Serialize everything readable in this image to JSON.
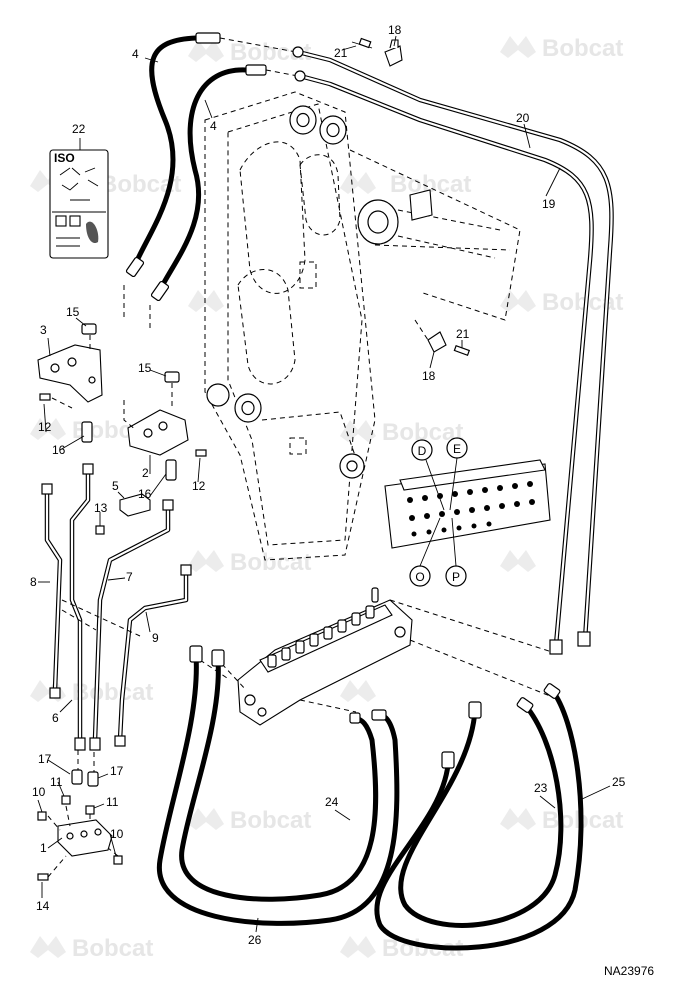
{
  "brand_watermark": "Bobcat",
  "drawing_code": "NA23976",
  "decal_header": "ISO",
  "valve_ports": [
    "D",
    "E",
    "O",
    "P"
  ],
  "callouts": [
    "1",
    "2",
    "3",
    "4",
    "4",
    "5",
    "6",
    "7",
    "8",
    "9",
    "10",
    "10",
    "11",
    "11",
    "12",
    "12",
    "13",
    "14",
    "15",
    "15",
    "16",
    "16",
    "17",
    "17",
    "18",
    "18",
    "19",
    "20",
    "21",
    "21",
    "22",
    "23",
    "24",
    "25",
    "26"
  ]
}
